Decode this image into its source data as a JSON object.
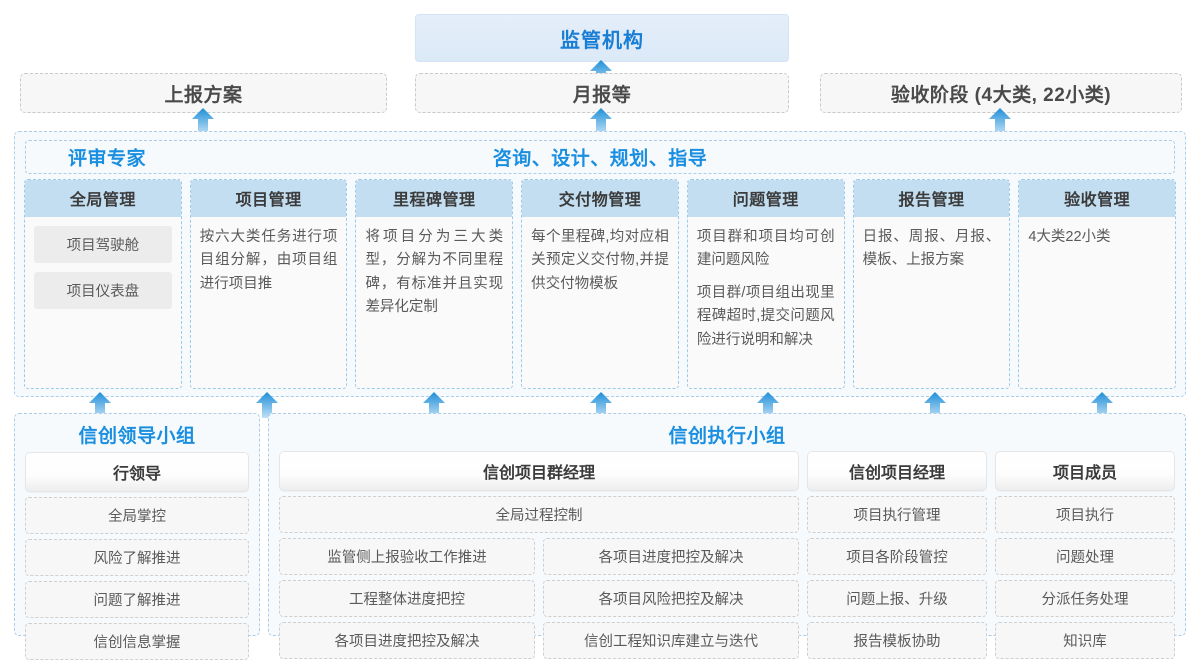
{
  "top": {
    "regulator": "监管机构",
    "submissions": [
      {
        "label": "上报方案"
      },
      {
        "label": "月报等"
      },
      {
        "label": "验收阶段 (4大类, 22小类)"
      }
    ]
  },
  "middle": {
    "left_label": "评审专家",
    "center_label": "咨询、设计、规划、指导",
    "columns": [
      {
        "title": "全局管理",
        "paragraphs": [],
        "pills": [
          "项目驾驶舱",
          "项目仪表盘"
        ]
      },
      {
        "title": "项目管理",
        "paragraphs": [
          "按六大类任务进行项目组分解，由项目组进行项目推"
        ],
        "pills": []
      },
      {
        "title": "里程碑管理",
        "paragraphs": [
          "将项目分为三大类型，分解为不同里程碑，有标准并且实现差异化定制"
        ],
        "pills": []
      },
      {
        "title": "交付物管理",
        "paragraphs": [
          "每个里程碑,均对应相关预定义交付物,并提供交付物模板"
        ],
        "pills": []
      },
      {
        "title": "问题管理",
        "paragraphs": [
          "项目群和项目均可创建问题风险",
          "项目群/项目组出现里程碑超时,提交问题风险进行说明和解决"
        ],
        "pills": []
      },
      {
        "title": "报告管理",
        "paragraphs": [
          "日报、周报、月报、模板、上报方案"
        ],
        "pills": []
      },
      {
        "title": "验收管理",
        "paragraphs": [
          "4大类22小类"
        ],
        "pills": []
      }
    ]
  },
  "bottom": {
    "leading_group": {
      "title": "信创领导小组",
      "role": "行领导",
      "tasks": [
        "全局掌控",
        "风险了解推进",
        "问题了解推进",
        "信创信息掌握"
      ]
    },
    "execution_group": {
      "title": "信创执行小组",
      "program_manager": {
        "role": "信创项目群经理",
        "full_width_task": "全局过程控制",
        "rows": [
          [
            "监管侧上报验收工作推进",
            "各项目进度把控及解决"
          ],
          [
            "工程整体进度把控",
            "各项目风险把控及解决"
          ],
          [
            "各项目进度把控及解决",
            "信创工程知识库建立与迭代"
          ]
        ]
      },
      "project_manager": {
        "role": "信创项目经理",
        "tasks": [
          "项目执行管理",
          "项目各阶段管控",
          "问题上报、升级",
          "报告模板协助"
        ]
      },
      "members": {
        "role": "项目成员",
        "tasks": [
          "项目执行",
          "问题处理",
          "分派任务处理",
          "知识库"
        ]
      }
    }
  },
  "colors": {
    "accent_blue": "#1a8fe0",
    "header_blue": "#c3def0",
    "node_blue": "#e3eef9",
    "arrow_top": "#1f8fd8",
    "arrow_bottom": "#b9ddf4"
  }
}
